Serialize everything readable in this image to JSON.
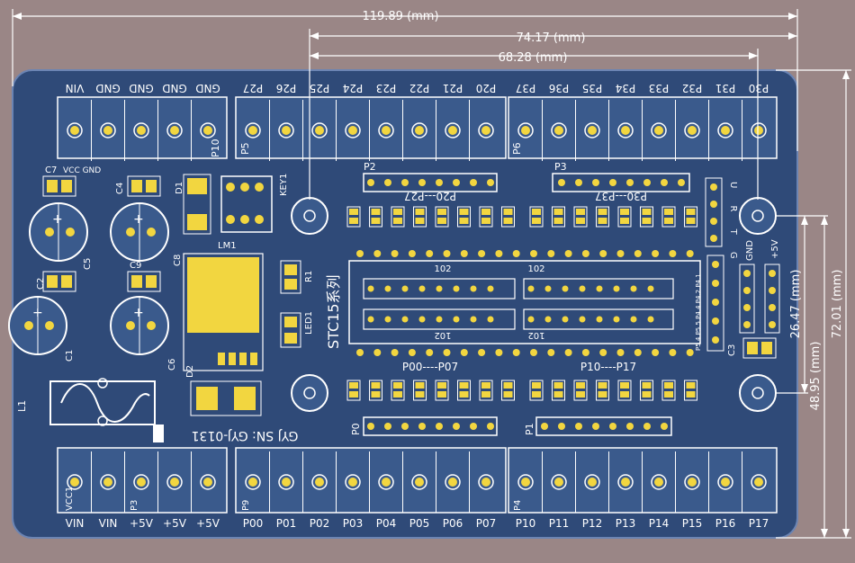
{
  "colors": {
    "background": "#9a8686",
    "board": "#2f4a78",
    "board_light": "#3a5a8c",
    "silk": "#ffffff",
    "pad": "#f2d640",
    "dim": "#ffffff"
  },
  "dimensions": {
    "top_width": "119.89 (mm)",
    "upper_mid": "74.17 (mm)",
    "lower_mid": "68.28 (mm)",
    "right_outer": "72.01 (mm)",
    "right_mid": "48.95 (mm)",
    "right_inner": "26.47 (mm)"
  },
  "top_terminals": {
    "left_labels": [
      "VIN",
      "GND",
      "GND",
      "GND",
      "GND"
    ],
    "mid_labels": [
      "P27",
      "P26",
      "P25",
      "P24",
      "P23",
      "P22",
      "P21",
      "P20"
    ],
    "right_labels": [
      "P37",
      "P36",
      "P35",
      "P34",
      "P33",
      "P32",
      "P31",
      "P30"
    ],
    "left_ref": "P10",
    "mid_ref": "P5",
    "right_ref": "P6"
  },
  "bottom_terminals": {
    "left_labels": [
      "VIN",
      "VIN",
      "+5V",
      "+5V",
      "+5V"
    ],
    "mid_labels": [
      "P00",
      "P01",
      "P02",
      "P03",
      "P04",
      "P05",
      "P06",
      "P07"
    ],
    "right_labels": [
      "P10",
      "P11",
      "P12",
      "P13",
      "P14",
      "P15",
      "P16",
      "P17"
    ],
    "left_ref_a": "VCC1",
    "left_ref_b": "P3",
    "mid_ref": "P9",
    "right_ref": "P4"
  },
  "headers": {
    "p2": "P2",
    "p3": "P3",
    "p0": "P0",
    "p1": "P1",
    "p2_range": "P20---P27",
    "p3_range": "P30---P37",
    "p0_range": "P00----P07",
    "p1_range": "P10----P17"
  },
  "components": {
    "c7": "C7",
    "vcc_gnd": "VCC GND",
    "c4": "C4",
    "d1": "D1",
    "key1": "KEY1",
    "lm1": "LM1",
    "c5": "C5",
    "c8": "C8",
    "c2": "C2",
    "c9": "C9",
    "c1": "C1",
    "c6": "C6",
    "r1": "R1",
    "led1": "LED1",
    "l1": "L1",
    "d2": "D2",
    "c3": "C3",
    "uart": "U R T G",
    "gnd": "GND",
    "plus5v": "+5V",
    "chip": "STC15系列",
    "res_a": "102",
    "res_b": "102",
    "res_c": "102",
    "res_d": "102",
    "sn": "GYJ SN: GYJ-0131",
    "side_label": "P5.4 P5.5 P4.4 P4.2 P4.1"
  }
}
